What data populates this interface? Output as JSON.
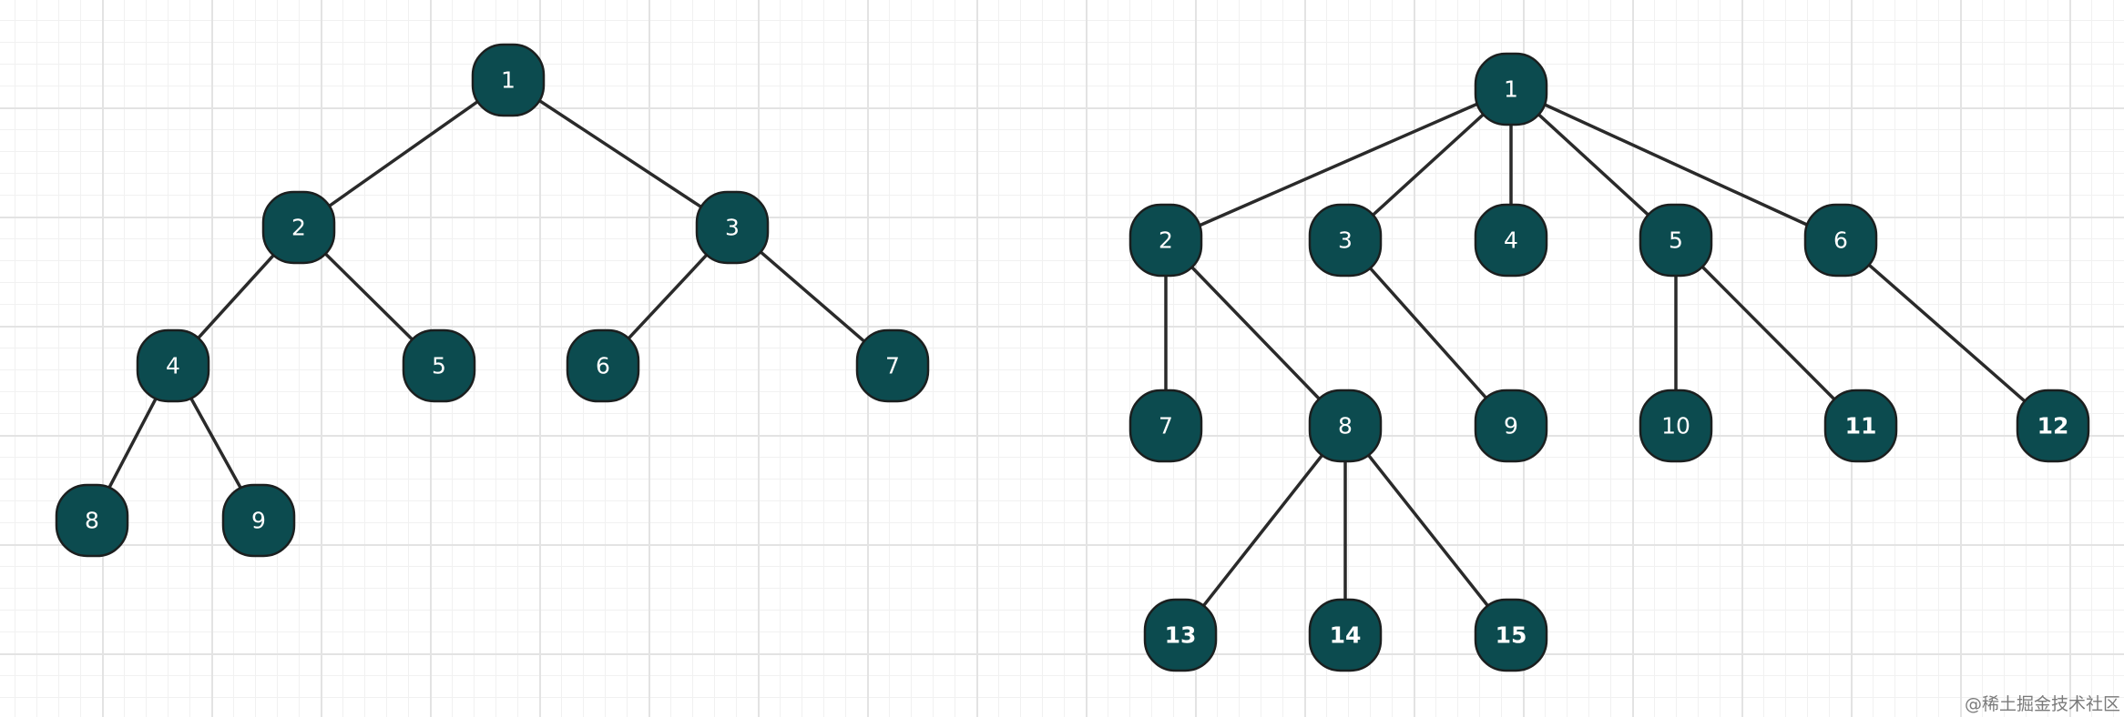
{
  "diagrams": [
    {
      "id": "binary-tree",
      "nodes": [
        "1",
        "2",
        "3",
        "4",
        "5",
        "6",
        "7",
        "8",
        "9"
      ],
      "edges": [
        [
          "1",
          "2"
        ],
        [
          "1",
          "3"
        ],
        [
          "2",
          "4"
        ],
        [
          "2",
          "5"
        ],
        [
          "3",
          "6"
        ],
        [
          "3",
          "7"
        ],
        [
          "4",
          "8"
        ],
        [
          "4",
          "9"
        ]
      ]
    },
    {
      "id": "multi-way-tree",
      "nodes": [
        "1",
        "2",
        "3",
        "4",
        "5",
        "6",
        "7",
        "8",
        "9",
        "10",
        "11",
        "12",
        "13",
        "14",
        "15"
      ],
      "bold_nodes": [
        "11",
        "12",
        "13",
        "14",
        "15"
      ],
      "edges": [
        [
          "1",
          "2"
        ],
        [
          "1",
          "3"
        ],
        [
          "1",
          "4"
        ],
        [
          "1",
          "5"
        ],
        [
          "1",
          "6"
        ],
        [
          "2",
          "7"
        ],
        [
          "2",
          "8"
        ],
        [
          "3",
          "9"
        ],
        [
          "5",
          "10"
        ],
        [
          "5",
          "11"
        ],
        [
          "6",
          "12"
        ],
        [
          "8",
          "13"
        ],
        [
          "8",
          "14"
        ],
        [
          "8",
          "15"
        ]
      ]
    }
  ],
  "colors": {
    "node_fill": "#0c4b4f",
    "node_text": "#ffffff",
    "edge": "#2a2a2a"
  },
  "watermark": "@稀土掘金技术社区"
}
